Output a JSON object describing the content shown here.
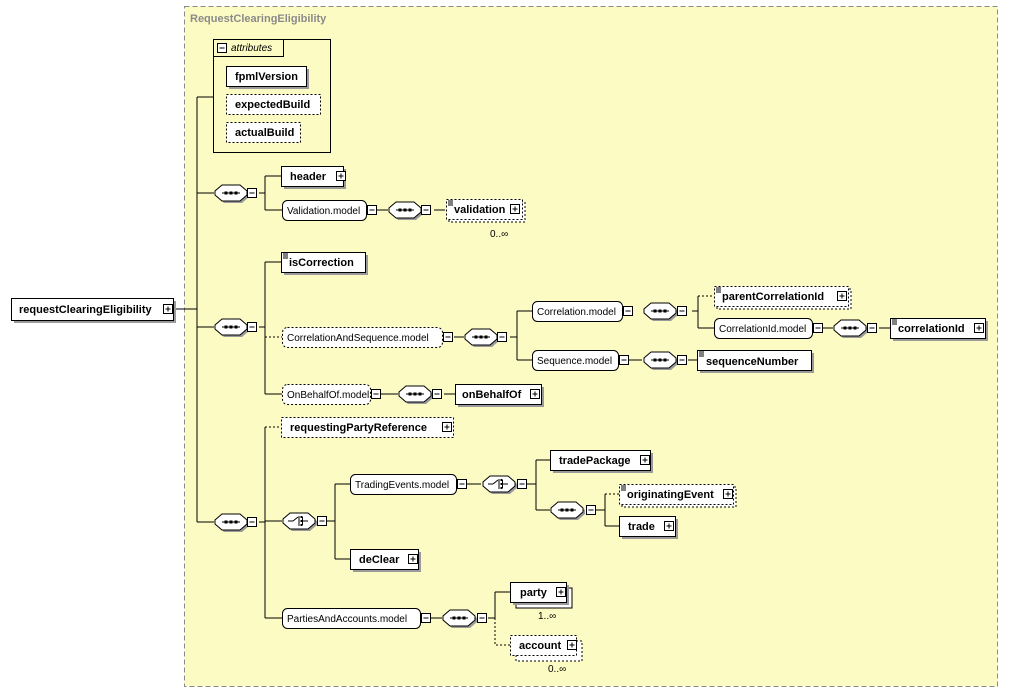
{
  "diagram": {
    "group_title": "RequestClearingEligibility",
    "root": "requestClearingEligibility",
    "attributes": {
      "title": "attributes",
      "items": [
        "fpmlVersion",
        "expectedBuild",
        "actualBuild"
      ]
    },
    "seq1": {
      "header": "header",
      "validation_model": "Validation.model",
      "validation": "validation",
      "validation_card": "0..∞"
    },
    "seq2": {
      "is_correction": "isCorrection",
      "correlation_and_sequence_model": "CorrelationAndSequence.model",
      "correlation_model": "Correlation.model",
      "parent_correlation_id": "parentCorrelationId",
      "correlation_id_model": "CorrelationId.model",
      "correlation_id": "correlationId",
      "sequence_model": "Sequence.model",
      "sequence_number": "sequenceNumber",
      "on_behalf_of_model": "OnBehalfOf.model",
      "on_behalf_of": "onBehalfOf"
    },
    "seq3": {
      "requesting_party_reference": "requestingPartyReference",
      "trading_events_model": "TradingEvents.model",
      "trade_package": "tradePackage",
      "originating_event": "originatingEvent",
      "trade": "trade",
      "de_clear": "deClear",
      "parties_and_accounts_model": "PartiesAndAccounts.model",
      "party": "party",
      "party_card": "1..∞",
      "account": "account",
      "account_card": "0..∞"
    }
  },
  "colors": {
    "group_fill": "#fdfbc4",
    "group_border": "#8a8a8a",
    "title_text": "#8a8a8a"
  }
}
